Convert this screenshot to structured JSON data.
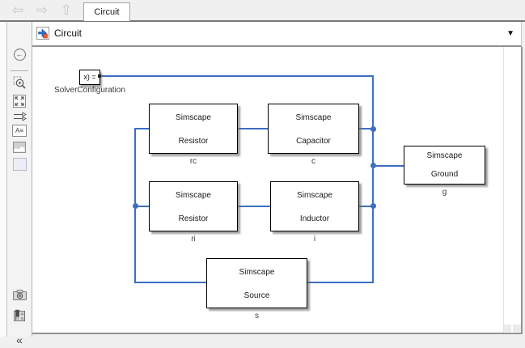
{
  "tab_bar": {
    "back_icon": "⇦",
    "forward_icon": "⇨",
    "up_icon": "⇧",
    "tab_label": "Circuit"
  },
  "breadcrumb": {
    "model_name": "Circuit",
    "dropdown_icon": "▼"
  },
  "sidebar": {
    "back_glyph": "←",
    "annotation_icon_text": "A≡",
    "collapse_icon": "«"
  },
  "canvas": {
    "colors": {
      "wire": "#3d6ec0",
      "block_border": "#000000",
      "shadow": "#6e6e6e"
    },
    "blocks": [
      {
        "id": "solver",
        "text": "x) =",
        "label": "SolverConfiguration"
      },
      {
        "id": "rc",
        "line1": "Simscape",
        "line2": "Resistor",
        "label": "rc"
      },
      {
        "id": "c",
        "line1": "Simscape",
        "line2": "Capacitor",
        "label": "c"
      },
      {
        "id": "ri",
        "line1": "Simscape",
        "line2": "Resistor",
        "label": "ri"
      },
      {
        "id": "i",
        "line1": "Simscape",
        "line2": "Inductor",
        "label": "i"
      },
      {
        "id": "s",
        "line1": "Simscape",
        "line2": "Source",
        "label": "s"
      },
      {
        "id": "g",
        "line1": "Simscape",
        "line2": "Ground",
        "label": "g"
      }
    ]
  }
}
